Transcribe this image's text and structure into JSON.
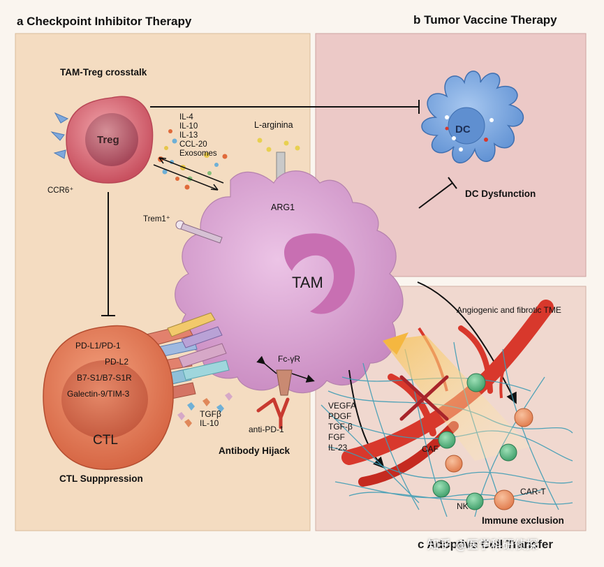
{
  "panels": {
    "a_title": "a Checkpoint Inhibitor Therapy",
    "b_title": "b Tumor Vaccine Therapy",
    "c_title": "c Adoptive Cell Transfer"
  },
  "labels": {
    "tam_treg_crosstalk": "TAM-Treg crosstalk",
    "treg": "Treg",
    "ccr6": "CCR6⁺",
    "cytokines": [
      "IL-4",
      "IL-10",
      "IL-13",
      "CCL-20",
      "Exosomes"
    ],
    "l_arginina": "L-arginina",
    "arg1": "ARG1",
    "trem1": "Trem1⁺",
    "tam": "TAM",
    "dc": "DC",
    "dc_dysfunction": "DC Dysfunction",
    "checkpoints": [
      "PD-L1/PD-1",
      "PD-L2",
      "B7-S1/B7-S1R",
      "Galectin-9/TIM-3"
    ],
    "ctl": "CTL",
    "ctl_suppression": "CTL Supppression",
    "tgfb": "TGFβ",
    "il10_ctl": "IL-10",
    "fc_gamma_r": "Fc-γR",
    "anti_pd1": "anti-PD-1",
    "antibody_hijack": "Antibody Hijack",
    "angiogenic": "Angiogenic and fibrotic TME",
    "growth_factors": [
      "VEGFA",
      "PDGF",
      "TGF-β",
      "FGF",
      "IL-23"
    ],
    "caf": "CAF",
    "nk": "NK",
    "car_t": "CAR-T",
    "immune_exclusion": "Immune exclusion"
  },
  "colors": {
    "panel_a": "#f4dcc1",
    "panel_b": "#ecc9c7",
    "panel_c": "#f0d8cf",
    "tam": "#d9a2d1",
    "treg": "#d7707b",
    "ctl": "#e27b55",
    "dc": "#7ea8dc",
    "vessel": "#d8382c",
    "fiber": "#3f9db5",
    "nk": "#4fb07c",
    "car_t": "#ef9a68"
  },
  "watermark": "知乎 @医学科研侦探"
}
